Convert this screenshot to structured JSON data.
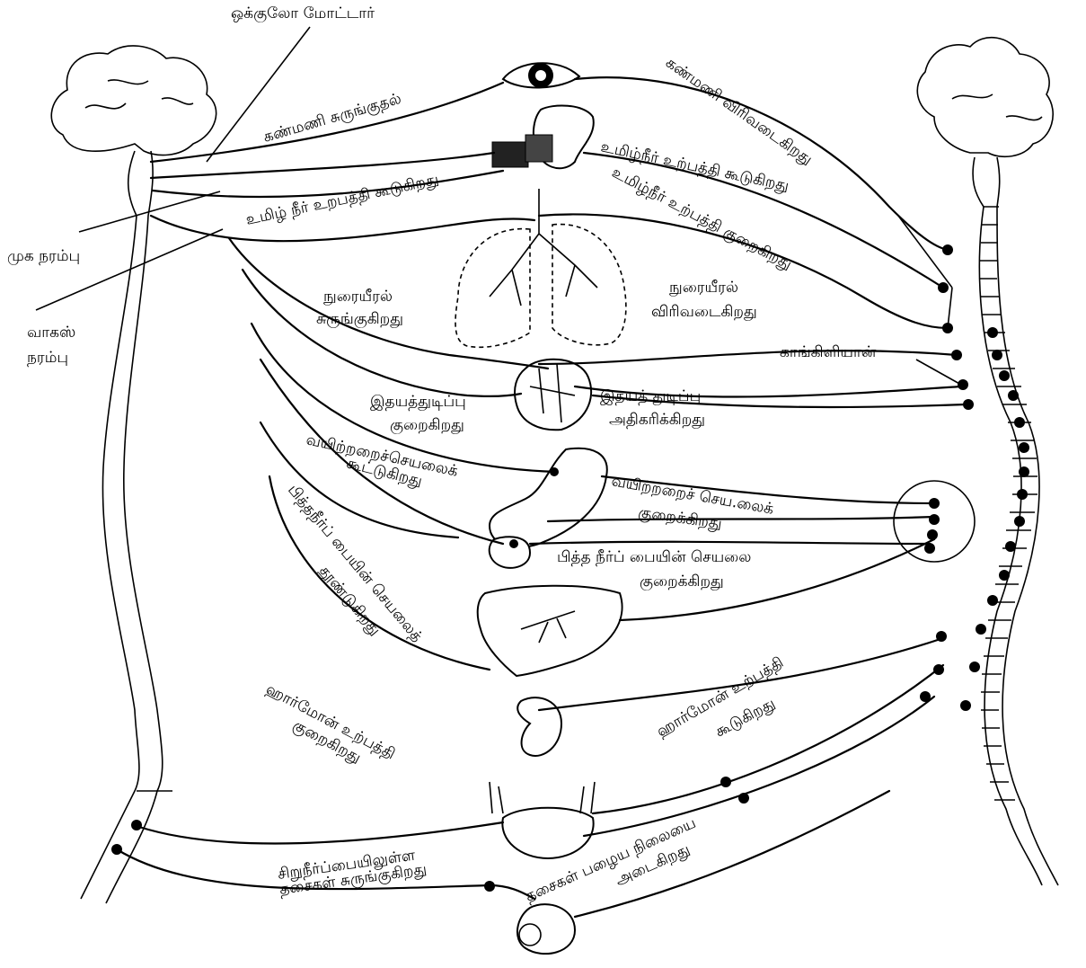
{
  "labels": {
    "oculomotor": "ஒக்குலோ மோட்டார்",
    "pupil_constrict": "கண்மணி சுருங்குதல்",
    "pupil_dilate": "கண்மணி விரிவடைகிறது",
    "saliva_decrease": "உமிழ்நீர் உற்பத்தி குறைகிறது",
    "saliva_increase_1": "உமிழ்நீர் உற்பத்தி கூடுகிறது",
    "saliva_increase_2": "உமிழ் நீர் உறபத்தி கூடுகிறது",
    "facial_nerve": "முக நரம்பு",
    "vagus_1": "வாகஸ்",
    "vagus_2": "நரம்பு",
    "bronchi_constrict_1": "நுரையீரல்",
    "bronchi_constrict_2": "சுருங்குகிறது",
    "bronchi_dilate_1": "நுரையீரல்",
    "bronchi_dilate_2": "விரிவடைகிறது",
    "ganglion": "காங்கிளியான்",
    "heart_slow_1": "இதயத்துடிப்பு",
    "heart_slow_2": "குறைகிறது",
    "heart_fast_1": "இதயத் துடிப்பு",
    "heart_fast_2": "அதிகரிக்கிறது",
    "stomach_increase_1": "வயிற்றறைச்செயலைக்",
    "stomach_increase_2": "கூட்டுகிறது",
    "stomach_decrease_1": "வயிற்றறைச் செய.லைக்",
    "stomach_decrease_2": "குறைக்கிறது",
    "bile_stimulate_1": "பித்தநீர்ப் பையின் செயலைத்",
    "bile_stimulate_2": "தூண்டுகிறது",
    "bile_reduce_1": "பித்த நீர்ப் பையின் செயலை",
    "bile_reduce_2": "குறைக்கிறது",
    "hormone_decrease_1": "ஹார்மோன் உற்பத்தி",
    "hormone_decrease_2": "குறைகிறது",
    "hormone_increase_1": "ஹார்மோன் உற்பத்தி",
    "hormone_increase_2": "கூடுகிறது",
    "bladder_contract_1": "சிறுநீர்ப்பையிலுள்ள",
    "bladder_contract_2": "தசைகள் சுருங்குகிறது",
    "muscle_normal_1": "தசைகள் பழைய நிலையை",
    "muscle_normal_2": "அடைகிறது"
  }
}
